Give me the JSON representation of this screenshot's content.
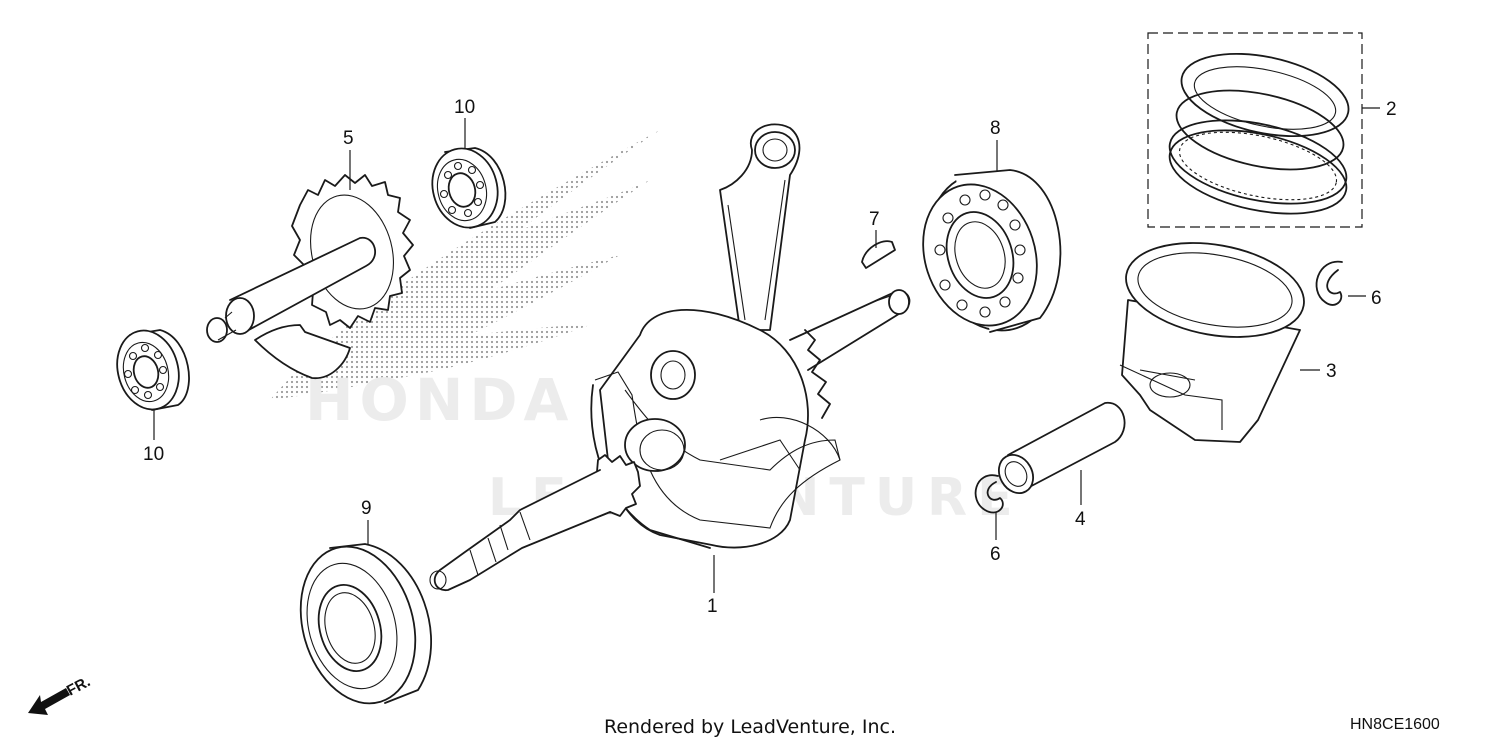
{
  "watermark": {
    "brand": "HONDA",
    "vendor": "LEADVENTURE"
  },
  "callouts": {
    "c1": "1",
    "c2": "2",
    "c3": "3",
    "c4": "4",
    "c5": "5",
    "c6a": "6",
    "c6b": "6",
    "c7": "7",
    "c8": "8",
    "c9": "9",
    "c10a": "10",
    "c10b": "10"
  },
  "front_marker": "FR.",
  "footer": "Rendered by LeadVenture, Inc.",
  "diagram_code": "HN8CE1600"
}
